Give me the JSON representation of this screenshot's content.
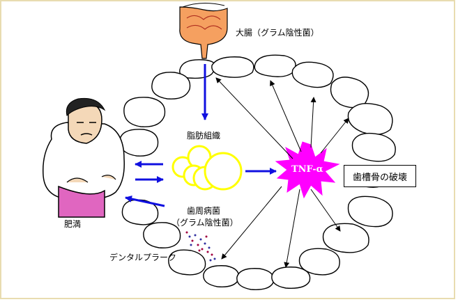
{
  "labels": {
    "intestine": "大腸（グラム陰性菌）",
    "adipose": "脂肪組織",
    "periodontal_bacteria": "歯周病菌",
    "periodontal_bacteria_sub": "（グラム陰性菌）",
    "dental_plaque": "デンタルプラーク",
    "obesity": "肥満",
    "tnf": "TNF-α",
    "bone_destruction": "歯槽骨の破壊"
  },
  "colors": {
    "arrow_blue": "#1010e0",
    "tnf_magenta": "#ff00ff",
    "adipose_yellow": "#ffff00",
    "intestine_orange": "#f5a060",
    "shirt_white": "#ffffff",
    "pants_pink": "#e066c0",
    "frame": "#e8dcb0"
  },
  "icons": [
    "large-intestine-icon",
    "obese-man-icon",
    "adipose-cells-icon",
    "tnf-burst-icon",
    "teeth-arch-icon",
    "plaque-dots-icon"
  ]
}
